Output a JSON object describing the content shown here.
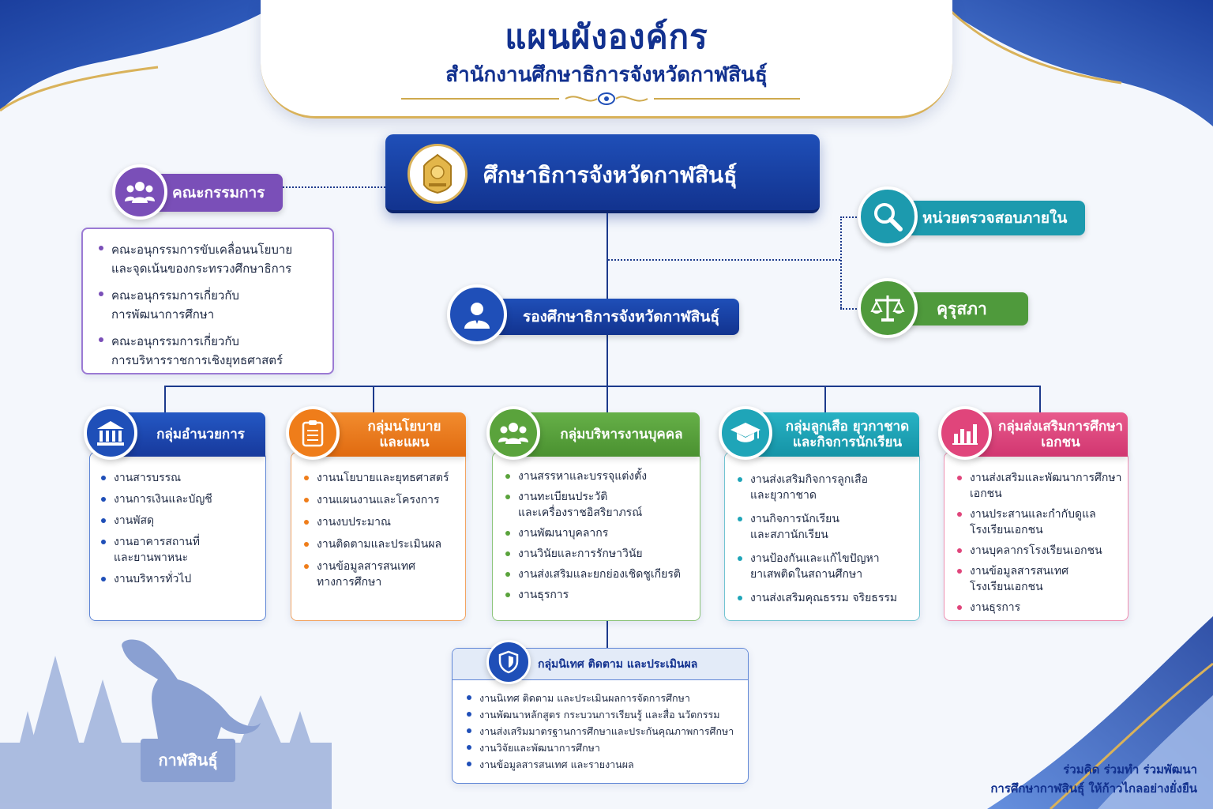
{
  "header": {
    "title": "แผนผังองค์กร",
    "subtitle": "สำนักงานศึกษาธิการจังหวัดกาฬสินธุ์"
  },
  "director": {
    "label": "ศึกษาธิการจังหวัดกาฬสินธุ์",
    "emblem_icon": "government-emblem-icon"
  },
  "committee": {
    "label": "คณะกรรมการ",
    "icon": "people-group-icon",
    "items": [
      [
        "คณะอนุกรรมการขับเคลื่อนนโยบาย",
        "และจุดเน้นของกระทรวงศึกษาธิการ"
      ],
      [
        "คณะอนุกรรมการเกี่ยวกับ",
        "การพัฒนาการศึกษา"
      ],
      [
        "คณะอนุกรรมการเกี่ยวกับ",
        "การบริหารราชการเชิงยุทธศาสตร์"
      ]
    ]
  },
  "audit": {
    "label": "หน่วยตรวจสอบภายใน",
    "icon": "magnifier-icon"
  },
  "teachers_council": {
    "label": "คุรุสภา",
    "icon": "scales-icon"
  },
  "deputy": {
    "label": "รองศึกษาธิการจังหวัดกาฬสินธุ์",
    "icon": "officer-avatar-icon"
  },
  "groups": [
    {
      "name": "admin",
      "label": [
        "กลุ่มอำนวยการ"
      ],
      "icon": "building-icon",
      "color": "#1f4fb8",
      "items": [
        [
          "งานสารบรรณ"
        ],
        [
          "งานการเงินและบัญชี"
        ],
        [
          "งานพัสดุ"
        ],
        [
          "งานอาคารสถานที่",
          "และยานพาหนะ"
        ],
        [
          "งานบริหารทั่วไป"
        ]
      ]
    },
    {
      "name": "policy",
      "label": [
        "กลุ่มนโยบาย",
        "และแผน"
      ],
      "icon": "clipboard-icon",
      "color": "#ef7d1a",
      "items": [
        [
          "งานนโยบายและยุทธศาสตร์"
        ],
        [
          "งานแผนงานและโครงการ"
        ],
        [
          "งานงบประมาณ"
        ],
        [
          "งานติดตามและประเมินผล"
        ],
        [
          "งานข้อมูลสารสนเทศ",
          "ทางการศึกษา"
        ]
      ]
    },
    {
      "name": "personnel",
      "label": [
        "กลุ่มบริหารงานบุคคล"
      ],
      "icon": "people-group-icon",
      "color": "#5aa33c",
      "items": [
        [
          "งานสรรหาและบรรจุแต่งตั้ง"
        ],
        [
          "งานทะเบียนประวัติ",
          "และเครื่องราชอิสริยาภรณ์"
        ],
        [
          "งานพัฒนาบุคลากร"
        ],
        [
          "งานวินัยและการรักษาวินัย"
        ],
        [
          "งานส่งเสริมและยกย่องเชิดชูเกียรติ"
        ],
        [
          "งานธุรการ"
        ]
      ]
    },
    {
      "name": "scouts",
      "label": [
        "กลุ่มลูกเสือ ยุวกาชาด",
        "และกิจการนักเรียน"
      ],
      "icon": "graduation-cap-icon",
      "color": "#1fa5b8",
      "items": [
        [
          "งานส่งเสริมกิจการลูกเสือ",
          "และยุวกาชาด"
        ],
        [
          "งานกิจการนักเรียน",
          "และสภานักเรียน"
        ],
        [
          "งานป้องกันและแก้ไขปัญหา",
          "ยาเสพติดในสถานศึกษา"
        ],
        [
          "งานส่งเสริมคุณธรรม จริยธรรม"
        ]
      ]
    },
    {
      "name": "private",
      "label": [
        "กลุ่มส่งเสริมการศึกษา",
        "เอกชน"
      ],
      "icon": "bar-chart-icon",
      "color": "#e0457b",
      "items": [
        [
          "งานส่งเสริมและพัฒนาการศึกษา",
          "เอกชน"
        ],
        [
          "งานประสานและกำกับดูแล",
          "โรงเรียนเอกชน"
        ],
        [
          "งานบุคลากรโรงเรียนเอกชน"
        ],
        [
          "งานข้อมูลสารสนเทศ",
          "โรงเรียนเอกชน"
        ],
        [
          "งานธุรการ"
        ]
      ]
    }
  ],
  "supervision": {
    "label": "กลุ่มนิเทศ ติดตาม และประเมินผล",
    "icon": "shield-icon",
    "items": [
      "งานนิเทศ ติดตาม และประเมินผลการจัดการศึกษา",
      "งานพัฒนาหลักสูตร กระบวนการเรียนรู้ และสื่อ นวัตกรรม",
      "งานส่งเสริมมาตรฐานการศึกษาและประกันคุณภาพการศึกษา",
      "งานวิจัยและพัฒนาการศึกษา",
      "งานข้อมูลสารสนเทศ และรายงานผล"
    ]
  },
  "landmark": {
    "label": "กาฬสินธุ์"
  },
  "motto": {
    "line1": "ร่วมคิด ร่วมทำ ร่วมพัฒนา",
    "line2": "การศึกษากาฬสินธุ์ ให้ก้าวไกลอย่างยั่งยืน"
  },
  "colors": {
    "navy": "#12318f",
    "purple": "#7a4fb8",
    "teal": "#1c9aae",
    "green": "#4f9a3c",
    "gold": "#d9b25a"
  }
}
